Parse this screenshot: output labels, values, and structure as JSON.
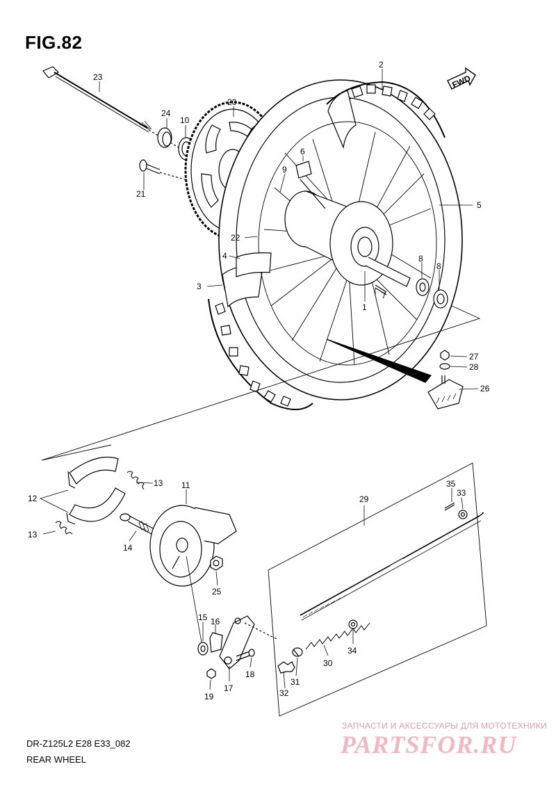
{
  "figure": {
    "title": "FIG.82",
    "model_code": "DR-Z125L2 E28 E33_082",
    "section_name": "REAR WHEEL"
  },
  "fwd_tag": "FWD",
  "watermark": {
    "tagline": "ЗАПЧАСТИ И АКСЕССУАРЫ ДЛЯ МОТОТЕХНИКИ",
    "logo": "PARTSFOR.RU"
  },
  "callouts": {
    "p1": "1",
    "p2": "2",
    "p3": "3",
    "p4": "4",
    "p5": "5",
    "p6": "6",
    "p7": "7",
    "p8a": "8",
    "p8b": "8",
    "p9": "9",
    "p10": "10",
    "p11": "11",
    "p12": "12",
    "p13a": "13",
    "p13b": "13",
    "p14": "14",
    "p15": "15",
    "p16": "16",
    "p17": "17",
    "p18": "18",
    "p19": "19",
    "p20": "20",
    "p21": "21",
    "p22": "22",
    "p23": "23",
    "p24": "24",
    "p25": "25",
    "p26": "26",
    "p27": "27",
    "p28": "28",
    "p29": "29",
    "p30": "30",
    "p31": "31",
    "p32": "32",
    "p33": "33",
    "p34": "34",
    "p35": "35"
  }
}
